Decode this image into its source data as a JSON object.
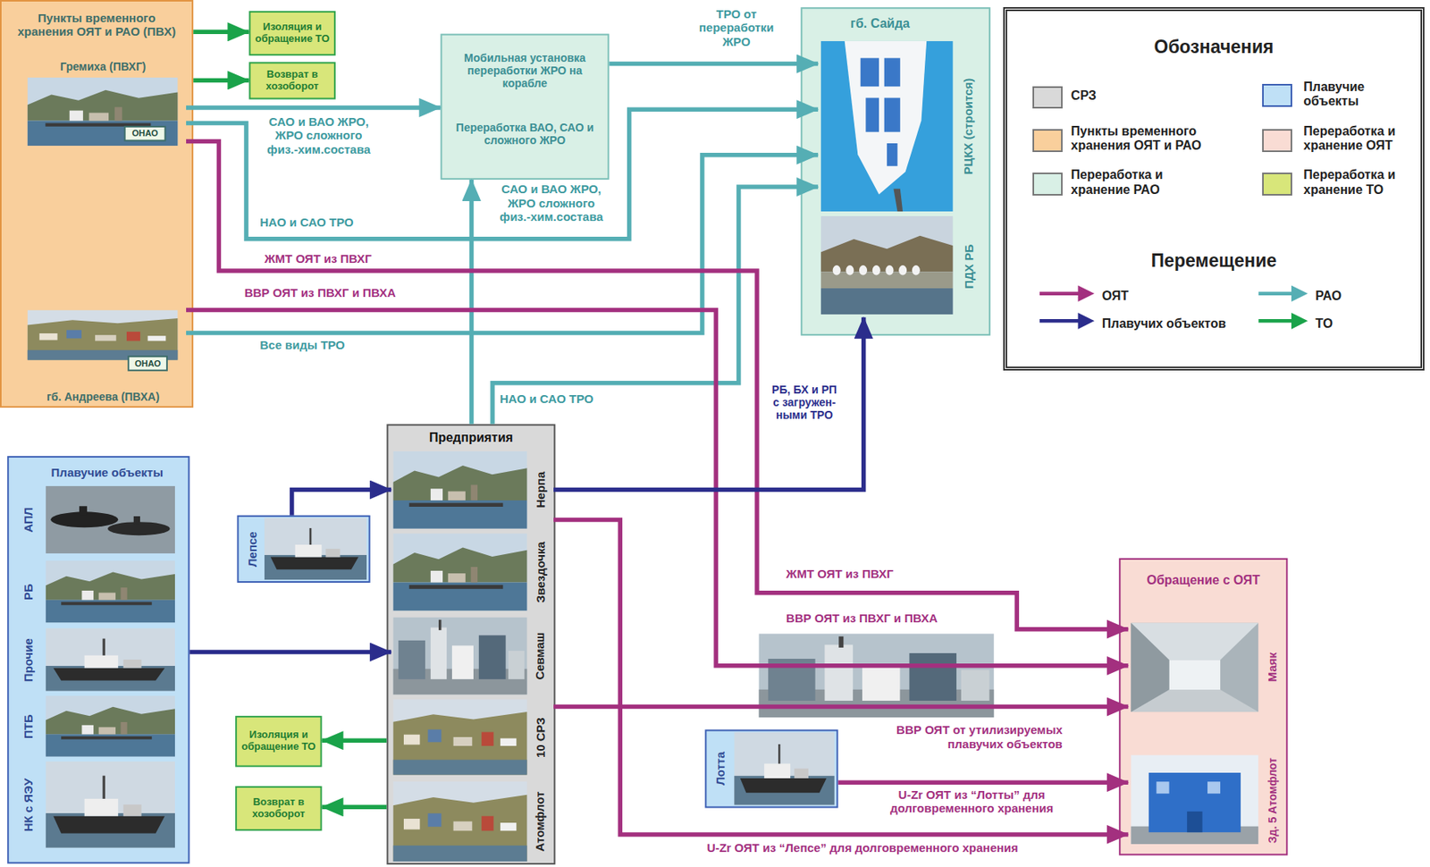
{
  "diagram": {
    "nodes": [
      {
        "text": [
          "Пункты временного хранения ОЯТ и РАО (ПВХ)"
        ]
      },
      {
        "text": [
          "Гремиха (ПВХГ)"
        ],
        "in": 0
      },
      {
        "text": [
          "ОНАО"
        ],
        "in": 1
      },
      {
        "text": [
          "гб. Андреева (ПВХА)"
        ],
        "in": 0
      },
      {
        "text": [
          "ОНАО"
        ],
        "in": 3
      },
      {
        "text": [
          "Изоляция и обращение ТО"
        ]
      },
      {
        "text": [
          "Возврат в хозоборот"
        ]
      },
      {
        "text": [
          "Мобильная установка переработки ЖРО на корабле",
          "Переработка ВАО, САО и сложного ЖРО"
        ]
      },
      {
        "text": [
          "гб. Сайда"
        ]
      },
      {
        "text": [
          "РЦКХ (строится)"
        ],
        "in": 8
      },
      {
        "text": [
          "ПДХ РБ"
        ],
        "in": 8
      },
      {
        "text": [
          "Плавучие объекты"
        ]
      },
      {
        "text": [
          "АПЛ"
        ],
        "in": 11
      },
      {
        "text": [
          "РБ"
        ],
        "in": 11
      },
      {
        "text": [
          "Прочие"
        ],
        "in": 11
      },
      {
        "text": [
          "ПТБ"
        ],
        "in": 11
      },
      {
        "text": [
          "НК с ЯЭУ"
        ],
        "in": 11
      },
      {
        "text": [
          "Лепсе"
        ]
      },
      {
        "text": [
          "Предприятия"
        ]
      },
      {
        "text": [
          "Нерпа"
        ],
        "in": 18
      },
      {
        "text": [
          "Звездочка"
        ],
        "in": 18
      },
      {
        "text": [
          "Севмаш"
        ],
        "in": 18
      },
      {
        "text": [
          "10 СРЗ"
        ],
        "in": 18
      },
      {
        "text": [
          "Атомфлот"
        ],
        "in": 18
      },
      {
        "text": [
          "Изоляция и обращение ТО"
        ]
      },
      {
        "text": [
          "Возврат в хозоборот"
        ]
      },
      {
        "text": [
          "Лотта"
        ]
      },
      {
        "text": [
          "Обращение с ОЯТ"
        ]
      },
      {
        "text": [
          "Маяк"
        ],
        "in": 27
      },
      {
        "text": [
          "Зд. 5 Атомфлот"
        ],
        "in": 27
      }
    ],
    "edges": [
      {
        "from": 0,
        "to": 5,
        "arrow": "to"
      },
      {
        "from": 0,
        "to": 6,
        "arrow": "to"
      },
      {
        "from": 1,
        "to": 7,
        "label": "САО и ВАО ЖРО, ЖРО сложного физ.-хим.состава",
        "arrow": "to"
      },
      {
        "from": 1,
        "to": 9,
        "label": "НАО и САО ТРО",
        "arrow": "to"
      },
      {
        "from": 7,
        "to": 9,
        "label": "ТРО от переработки ЖРО",
        "arrow": "to"
      },
      {
        "from": 18,
        "to": 7,
        "label": "САО и ВАО ЖРО, ЖРО сложного физ.-хим.состава",
        "arrow": "to"
      },
      {
        "from": 18,
        "to": 9,
        "label": "НАО и САО ТРО",
        "arrow": "to"
      },
      {
        "from": 3,
        "to": 9,
        "label": "Все виды ТРО",
        "arrow": "to"
      },
      {
        "from": 1,
        "to": 28,
        "label": "ЖМТ ОЯТ из ПВХГ",
        "arrow": "to"
      },
      {
        "from": 3,
        "to": 28,
        "label": "ВВР ОЯТ из ПВХГ и ПВХА",
        "arrow": "to"
      },
      {
        "from": 22,
        "to": 28,
        "label": "ВВР ОЯТ от утилизируемых плавучих объектов",
        "arrow": "to"
      },
      {
        "from": 26,
        "to": 29,
        "label": "U-Zr ОЯТ из “Лотты” для долговременного хранения",
        "arrow": "to"
      },
      {
        "from": 19,
        "to": 29,
        "label": "U-Zr ОЯТ из “Лепсе” для долговременного хранения",
        "arrow": "to"
      },
      {
        "from": 19,
        "to": 10,
        "label": "РБ, БХ и РП с загружен-ными ТРО",
        "arrow": "to"
      },
      {
        "from": 17,
        "to": 19,
        "arrow": "to"
      },
      {
        "from": 11,
        "to": 21,
        "arrow": "to"
      },
      {
        "from": 18,
        "to": 24,
        "arrow": "to"
      },
      {
        "from": 18,
        "to": 25,
        "arrow": "to"
      }
    ],
    "labels": [
      "ЖМТ ОЯТ из ПВХГ",
      "ВВР ОЯТ из ПВХГ и ПВХА",
      "Обозначения",
      "Перемещение"
    ],
    "legend": [
      {
        "text": "СРЗ",
        "color": "#d9d9d9"
      },
      {
        "text": "Плавучие объекты",
        "color": "#bfe0f6"
      },
      {
        "text": "Пункты временного хранения ОЯТ и РАО",
        "color": "#f9cf9c"
      },
      {
        "text": "Переработка и хранение ОЯТ",
        "color": "#f9dcd4"
      },
      {
        "text": "Переработка и хранение РАО",
        "color": "#d9f0e6"
      },
      {
        "text": "Переработка и хранение ТО",
        "color": "#d8e67a"
      },
      {
        "text": "ОЯТ"
      },
      {
        "text": "РАО"
      },
      {
        "text": "Плавучих объектов"
      },
      {
        "text": "ТО"
      }
    ]
  }
}
